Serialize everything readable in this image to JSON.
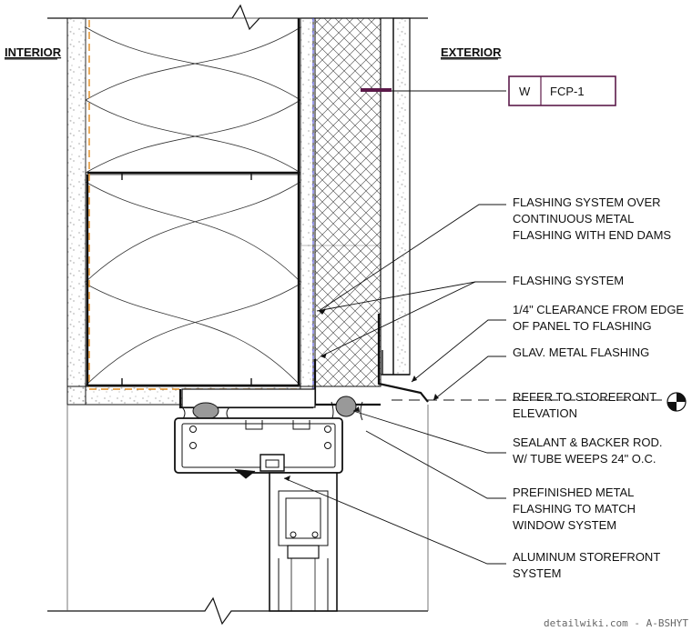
{
  "sides": {
    "interior": "INTERIOR",
    "exterior": "EXTERIOR"
  },
  "tag": {
    "code": "W",
    "name": "FCP-1",
    "accent": "#5c1a4a"
  },
  "callouts": [
    {
      "id": "flashing-over-metal",
      "lines": [
        "FLASHING SYSTEM OVER",
        "CONTINUOUS METAL",
        "FLASHING WITH END DAMS"
      ]
    },
    {
      "id": "flashing-system",
      "lines": [
        "FLASHING SYSTEM"
      ]
    },
    {
      "id": "clearance",
      "lines": [
        "1/4\" CLEARANCE FROM EDGE",
        "OF PANEL TO FLASHING"
      ]
    },
    {
      "id": "glav-flashing",
      "lines": [
        "GLAV. METAL FLASHING"
      ]
    },
    {
      "id": "storefront-elevation",
      "lines": [
        "REFER TO STOREFRONT",
        "ELEVATION"
      ]
    },
    {
      "id": "sealant",
      "lines": [
        "SEALANT & BACKER ROD.",
        "W/ TUBE WEEPS 24\" O.C."
      ]
    },
    {
      "id": "prefinished-flashing",
      "lines": [
        "PREFINISHED METAL",
        "FLASHING TO MATCH",
        "WINDOW SYSTEM"
      ]
    },
    {
      "id": "storefront-system",
      "lines": [
        "ALUMINUM STOREFRONT",
        "SYSTEM"
      ]
    }
  ],
  "credit": "detailwiki.com - A-BSHYT",
  "colors": {
    "insulation_edge": "#e08a1e",
    "membrane": "#3b3bd6",
    "line": "#111111"
  }
}
